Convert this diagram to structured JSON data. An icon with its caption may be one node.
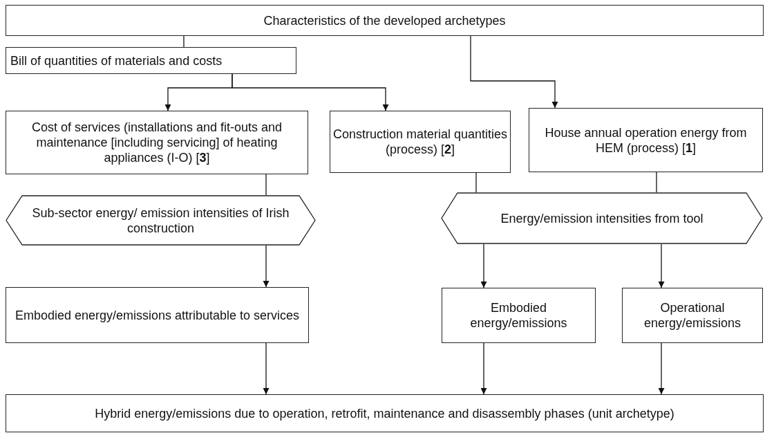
{
  "diagram": {
    "nodes": [
      {
        "text": [
          "Characteristics of the developed archetypes"
        ]
      },
      {
        "text": [
          "Bill of quantities of materials and costs"
        ]
      },
      {
        "text": [
          "Cost of services (installations and fit-outs and maintenance [including servicing] of heating appliances  (I-O) [**3**]"
        ]
      },
      {
        "text": [
          "Construction material quantities (process) [**2**]"
        ]
      },
      {
        "text": [
          "House annual operation energy from HEM (process) [**1**]"
        ]
      },
      {
        "text": [
          "Sub-sector  energy/ emission intensities of Irish construction"
        ]
      },
      {
        "text": [
          "Energy/emission intensities from tool"
        ]
      },
      {
        "text": [
          "Embodied energy/emissions attributable to services"
        ]
      },
      {
        "text": [
          "Embodied energy/emissions"
        ]
      },
      {
        "text": [
          "Operational energy/emissions"
        ]
      },
      {
        "text": [
          "Hybrid energy/emissions due to operation, retrofit, maintenance and disassembly phases (unit archetype)"
        ]
      }
    ],
    "edges": [
      {
        "from": 0,
        "to": 1,
        "arrow": "none"
      },
      {
        "from": 1,
        "to": 2,
        "arrow": "to"
      },
      {
        "from": 1,
        "to": 3,
        "arrow": "to"
      },
      {
        "from": 0,
        "to": 4,
        "arrow": "to"
      },
      {
        "from": 2,
        "to": 5,
        "arrow": "none"
      },
      {
        "from": 3,
        "to": 6,
        "arrow": "none"
      },
      {
        "from": 4,
        "to": 6,
        "arrow": "none"
      },
      {
        "from": 5,
        "to": 7,
        "arrow": "to"
      },
      {
        "from": 6,
        "to": 8,
        "arrow": "to"
      },
      {
        "from": 6,
        "to": 9,
        "arrow": "to"
      },
      {
        "from": 7,
        "to": 10,
        "arrow": "to"
      },
      {
        "from": 8,
        "to": 10,
        "arrow": "to"
      },
      {
        "from": 9,
        "to": 10,
        "arrow": "to"
      }
    ]
  }
}
